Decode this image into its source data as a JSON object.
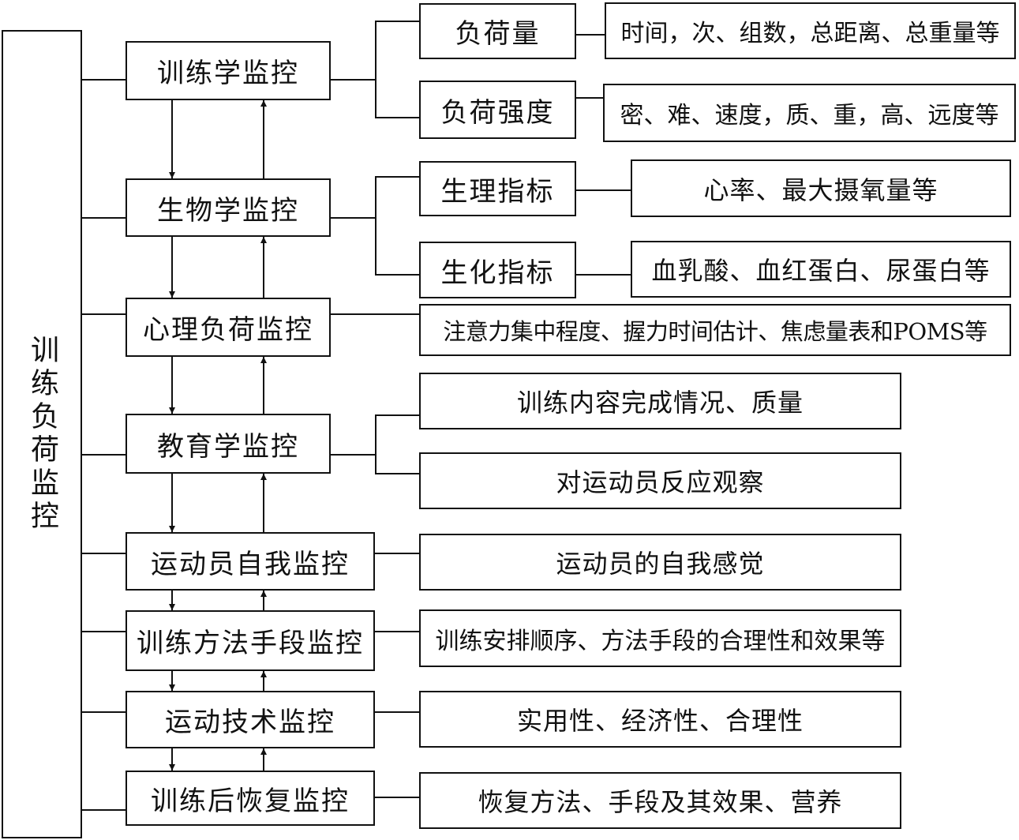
{
  "root": {
    "label": "训练负荷监控"
  },
  "monitors": [
    {
      "label": "训练学监控",
      "details": [
        {
          "label": "负荷量",
          "desc": "时间，次、组数，总距离、总重量等"
        },
        {
          "label": "负荷强度",
          "desc": "密、难、速度，质、重，高、远度等"
        }
      ]
    },
    {
      "label": "生物学监控",
      "details": [
        {
          "label": "生理指标",
          "desc": "心率、最大摄氧量等"
        },
        {
          "label": "生化指标",
          "desc": "血乳酸、血红蛋白、尿蛋白等"
        }
      ]
    },
    {
      "label": "心理负荷监控",
      "desc": "注意力集中程度、握力时间估计、焦虑量表和POMS等"
    },
    {
      "label": "教育学监控",
      "items": [
        "训练内容完成情况、质量",
        "对运动员反应观察"
      ]
    },
    {
      "label": "运动员自我监控",
      "desc": "运动员的自我感觉"
    },
    {
      "label": "训练方法手段监控",
      "desc": "训练安排顺序、方法手段的合理性和效果等"
    },
    {
      "label": "运动技术监控",
      "desc": "实用性、经济性、合理性"
    },
    {
      "label": "训练后恢复监控",
      "desc": "恢复方法、手段及其效果、营养"
    }
  ]
}
